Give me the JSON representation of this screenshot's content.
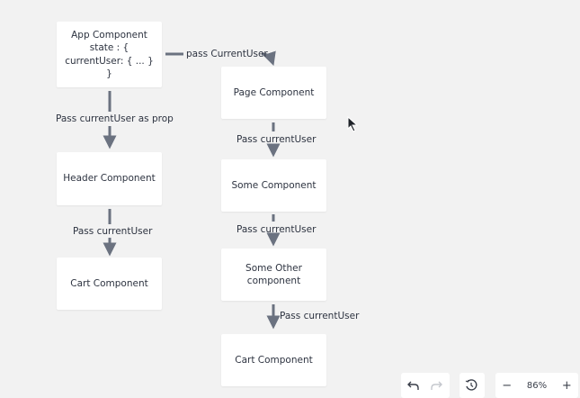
{
  "nodes": {
    "app": {
      "lines": [
        "App Component",
        "state : {",
        "currentUser: { ... }",
        "}"
      ]
    },
    "page": {
      "lines": [
        "Page Component"
      ]
    },
    "header": {
      "lines": [
        "Header Component"
      ]
    },
    "some": {
      "lines": [
        "Some Component"
      ]
    },
    "some_other": {
      "lines": [
        "Some Other",
        "component"
      ]
    },
    "cart_left": {
      "lines": [
        "Cart Component"
      ]
    },
    "cart_right": {
      "lines": [
        "Cart Component"
      ]
    }
  },
  "edges": {
    "app_to_page": "pass CurrentUser",
    "app_to_header": "Pass currentUser as prop",
    "header_to_cart": "Pass currentUser",
    "page_to_some": "Pass currentUser",
    "some_to_other": "Pass currentUser",
    "other_to_cart": "Pass currentUser"
  },
  "toolbar": {
    "undo_icon": "undo-icon",
    "redo_icon": "redo-icon",
    "history_icon": "history-icon",
    "zoom_out_label": "−",
    "zoom_level": "86%",
    "zoom_in_label": "+"
  },
  "colors": {
    "background": "#f2f2f2",
    "node": "#ffffff",
    "edge": "#6b7280",
    "text": "#2d3340"
  }
}
